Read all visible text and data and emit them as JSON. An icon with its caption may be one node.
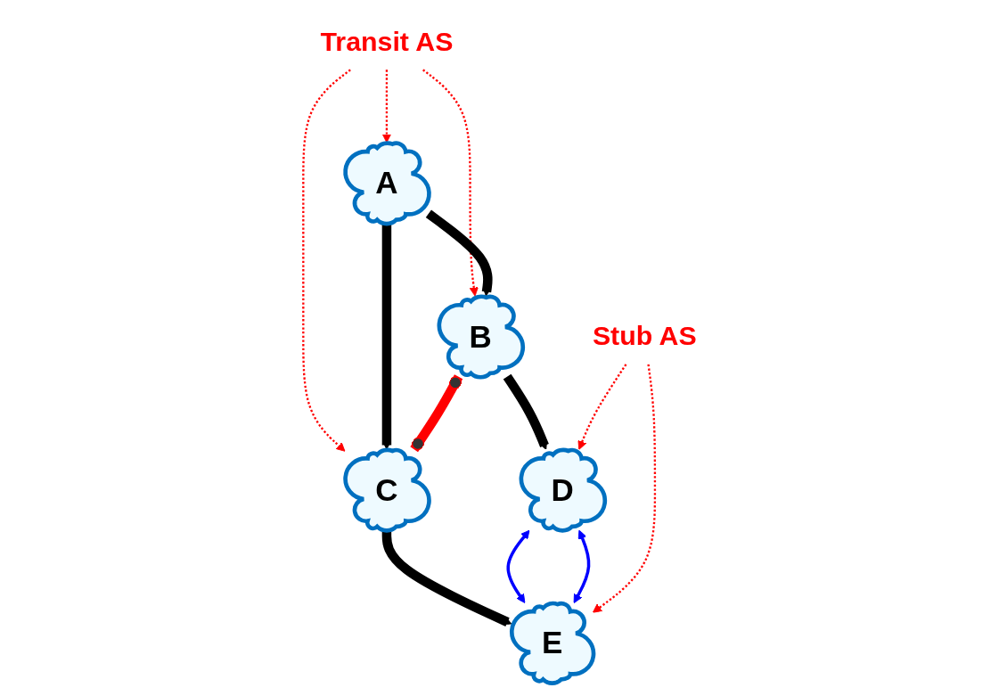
{
  "diagram": {
    "nodes": [
      {
        "text": [
          "Transit AS"
        ]
      },
      {
        "text": [
          "A"
        ]
      },
      {
        "text": [
          "B"
        ]
      },
      {
        "text": [
          "C"
        ]
      },
      {
        "text": [
          "Stub AS"
        ]
      },
      {
        "text": [
          "D"
        ]
      },
      {
        "text": [
          "E"
        ]
      }
    ],
    "edges": [
      {
        "from": 0,
        "to": 1,
        "arrow": "to",
        "style": "dashed",
        "color": "#ff0000"
      },
      {
        "from": 0,
        "to": 2,
        "arrow": "to",
        "style": "dashed",
        "color": "#ff0000"
      },
      {
        "from": 0,
        "to": 3,
        "arrow": "to",
        "style": "dashed",
        "color": "#ff0000"
      },
      {
        "from": 1,
        "to": 2,
        "arrow": "to",
        "style": "thick",
        "color": "#000000"
      },
      {
        "from": 1,
        "to": 3,
        "arrow": "to",
        "style": "thick",
        "color": "#000000"
      },
      {
        "from": 2,
        "to": 3,
        "arrow": "other",
        "style": "thick",
        "color": "#ff0000"
      },
      {
        "from": 2,
        "to": 5,
        "arrow": "to",
        "style": "thick",
        "color": "#000000"
      },
      {
        "from": 3,
        "to": 6,
        "arrow": "to",
        "style": "thick",
        "color": "#000000"
      },
      {
        "from": 5,
        "to": 6,
        "arrow": "both",
        "color": "#0000ff"
      },
      {
        "from": 5,
        "to": 6,
        "arrow": "both",
        "color": "#0000ff"
      },
      {
        "from": 4,
        "to": 5,
        "arrow": "to",
        "style": "dashed",
        "color": "#ff0000"
      },
      {
        "from": 4,
        "to": 6,
        "arrow": "to",
        "style": "dashed",
        "color": "#ff0000"
      }
    ]
  }
}
